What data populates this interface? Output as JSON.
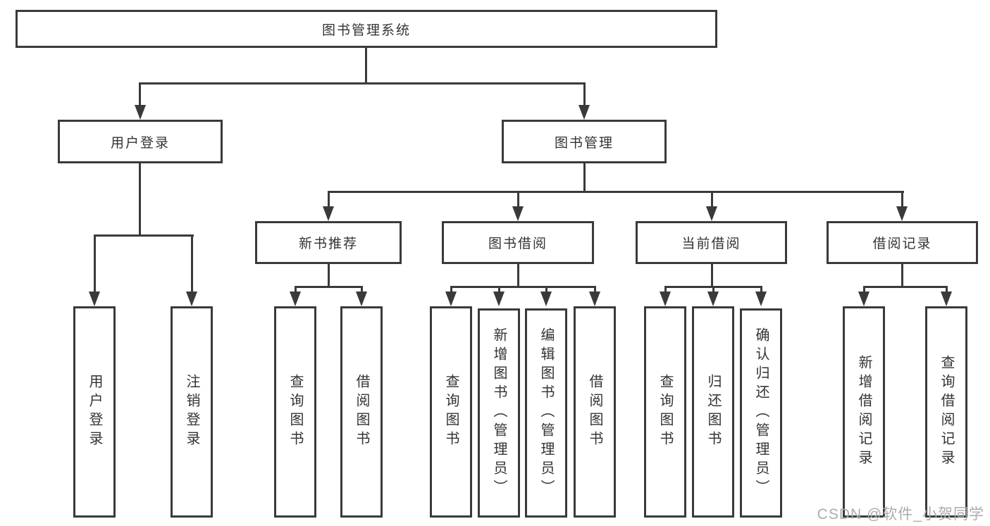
{
  "diagram": {
    "title": "图书管理系统",
    "watermark": "CSDN @软件_小贺同学",
    "colors": {
      "line": "#3a3a3a",
      "box_border": "#3a3a3a",
      "box_bg": "#ffffff",
      "text": "#333333",
      "watermark": "#ababab",
      "background": "#ffffff"
    },
    "nodes": {
      "root": {
        "label": "图书管理系统"
      },
      "login_branch": {
        "label": "用户登录"
      },
      "book_mgmt": {
        "label": "图书管理"
      },
      "new_book": {
        "label": "新书推荐"
      },
      "book_borrow": {
        "label": "图书借阅"
      },
      "current_borrow": {
        "label": "当前借阅"
      },
      "borrow_records": {
        "label": "借阅记录"
      },
      "user_login": {
        "label": "用户登录"
      },
      "logout": {
        "label": "注销登录"
      },
      "nbr_query_books": {
        "label": "查询图书"
      },
      "nbr_borrow_books": {
        "label": "借阅图书"
      },
      "bb_query_books": {
        "label": "查询图书"
      },
      "bb_add_books": {
        "label": "新增图书（管理员）"
      },
      "bb_edit_books": {
        "label": "编辑图书（管理员）"
      },
      "bb_borrow_books": {
        "label": "借阅图书"
      },
      "cb_query_books": {
        "label": "查询图书"
      },
      "cb_return_books": {
        "label": "归还图书"
      },
      "cb_confirm_return": {
        "label": "确认归还（管理员）"
      },
      "br_add_record": {
        "label": "新增借阅记录"
      },
      "br_query_record": {
        "label": "查询借阅记录"
      }
    }
  }
}
